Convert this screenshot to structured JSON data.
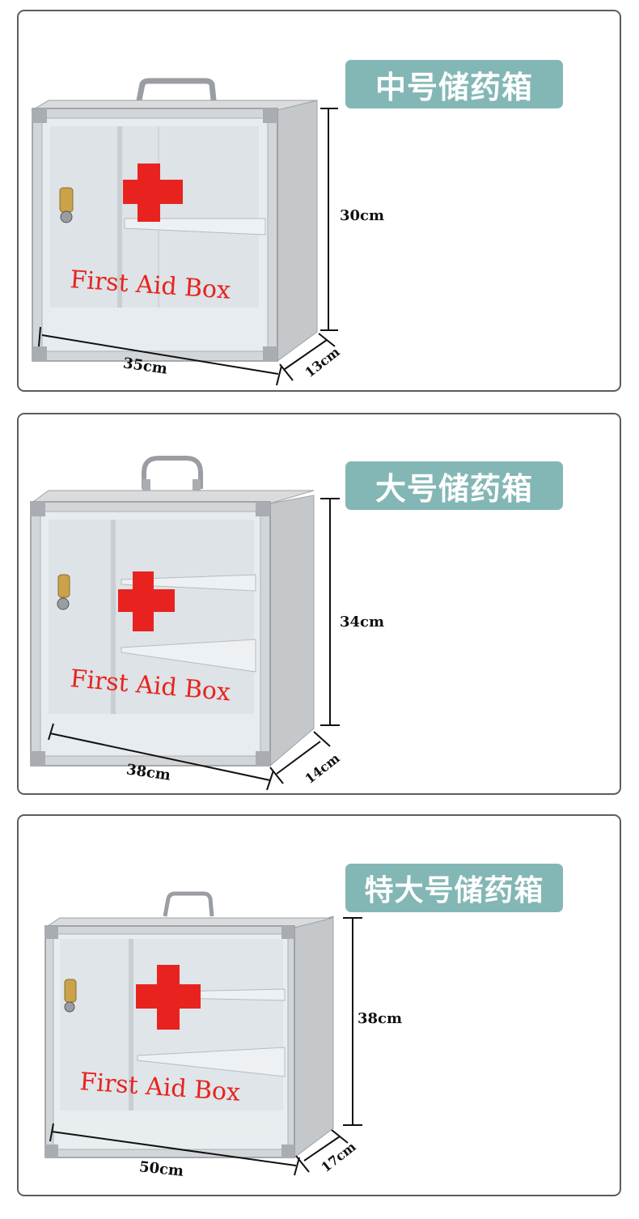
{
  "products": [
    {
      "size_label": "中号储药箱",
      "height": "30cm",
      "width": "35cm",
      "depth": "13cm",
      "door_text": "First Aid Box"
    },
    {
      "size_label": "大号储药箱",
      "height": "34cm",
      "width": "38cm",
      "depth": "14cm",
      "door_text": "First Aid Box"
    },
    {
      "size_label": "特大号储药箱",
      "height": "38cm",
      "width": "50cm",
      "depth": "17cm",
      "door_text": "First Aid Box"
    }
  ],
  "colors": {
    "badge": "#83b7b5",
    "cross": "#e8231f",
    "frame": "#bfc2c5"
  }
}
